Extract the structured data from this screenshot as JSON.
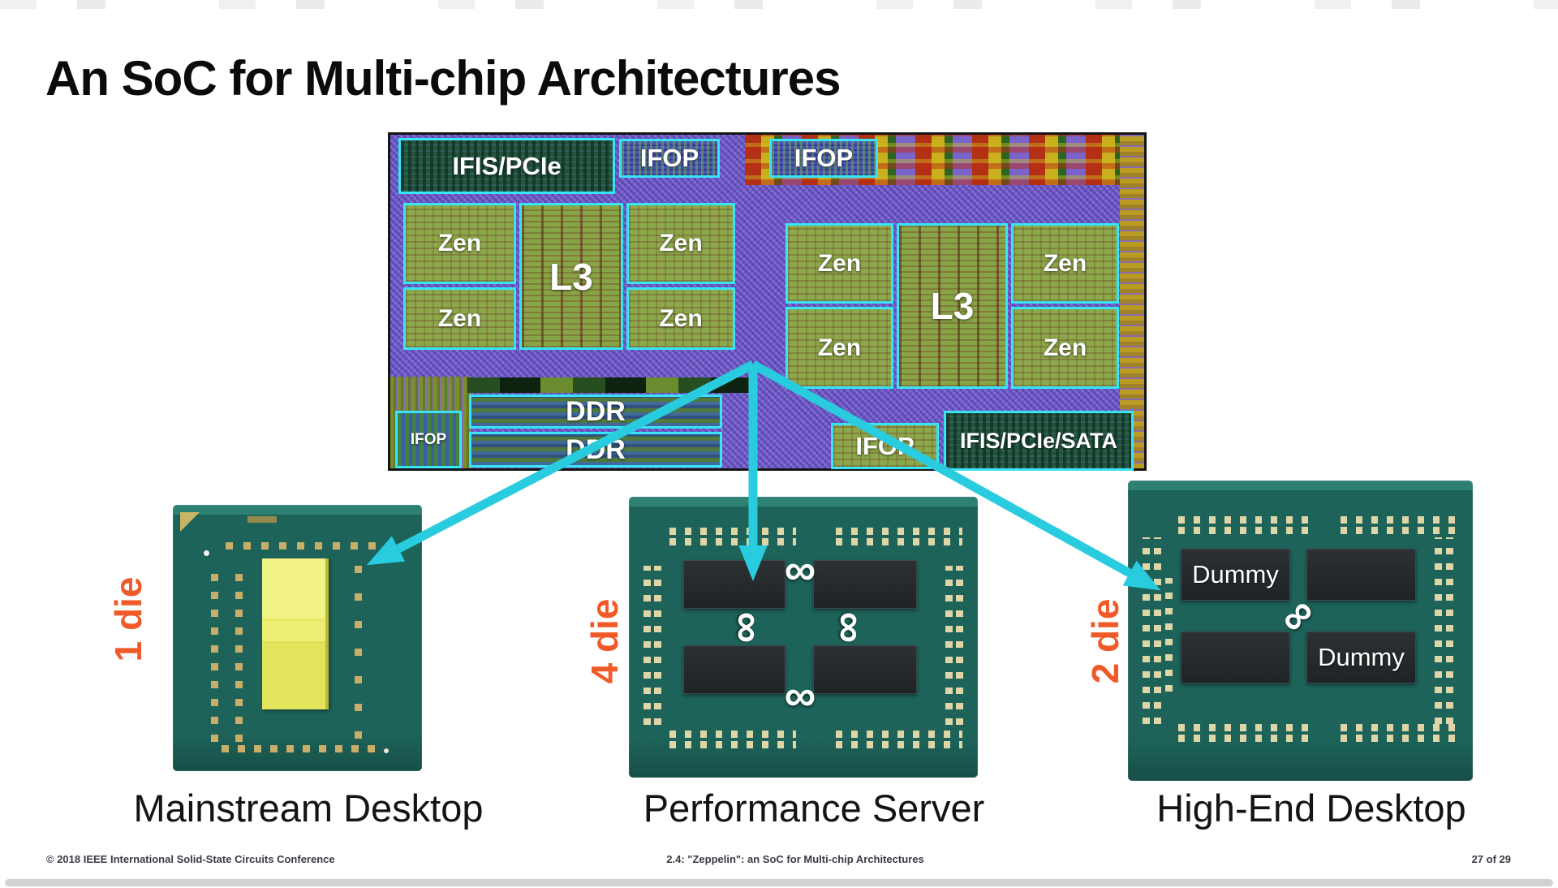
{
  "slide": {
    "title": "An SoC for Multi-chip Architectures",
    "footer": {
      "left": "© 2018 IEEE International Solid-State Circuits Conference",
      "center": "2.4: \"Zeppelin\": an SoC for Multi-chip Architectures",
      "right": "27 of 29"
    }
  },
  "die_shot": {
    "labels": {
      "ifis_pcie": "IFIS/PCIe",
      "ifop": "IFOP",
      "zen": "Zen",
      "l3": "L3",
      "ddr": "DDR",
      "ifis_pcie_sata": "IFIS/PCIe/SATA"
    }
  },
  "packages": [
    {
      "die_count": "1 die",
      "name": "Mainstream Desktop"
    },
    {
      "die_count": "4 die",
      "name": "Performance Server"
    },
    {
      "die_count": "2 die",
      "name": "High-End Desktop"
    }
  ],
  "symbols": {
    "infinity": "∞",
    "dummy": "Dummy"
  },
  "colors": {
    "accent_cyan": "#29ccdf",
    "accent_orange": "#f05a28",
    "block_border_cyan": "#38e4f6",
    "substrate_teal": "#1d635a"
  }
}
